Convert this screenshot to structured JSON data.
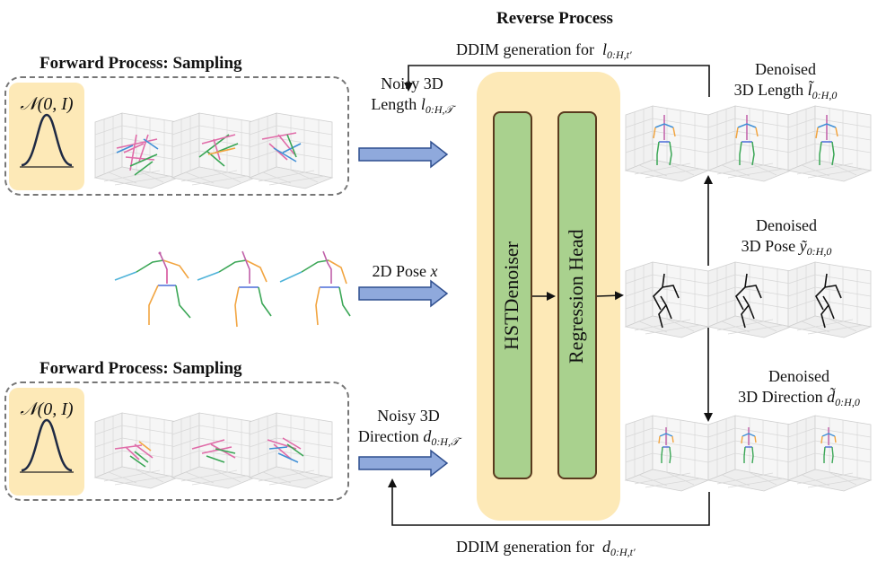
{
  "reverse_title": "Reverse Process",
  "forward_top_title": "Forward Process: Sampling",
  "forward_bottom_title": "Forward Process: Sampling",
  "noise_dist_top": "𝒩(0, I)",
  "noise_dist_bottom": "𝒩(0, I)",
  "ddim_top": {
    "text": "DDIM generation for",
    "var": "l",
    "sub": "0:H,t′"
  },
  "ddim_bottom": {
    "text": "DDIM generation for",
    "var": "d",
    "sub": "0:H,t′"
  },
  "noisy_length": {
    "line1": "Noisy 3D",
    "line2": "Length",
    "var": "l",
    "sub": "0:H,𝒯"
  },
  "pose_2d": {
    "text": "2D Pose",
    "var": "x"
  },
  "noisy_direction": {
    "line1": "Noisy 3D",
    "line2": "Direction",
    "var": "d",
    "sub": "0:H,𝒯"
  },
  "denoiser_label": "HSTDenoiser",
  "regression_label": "Regression Head",
  "out_length": {
    "line1": "Denoised",
    "line2": "3D Length",
    "var": "l̃",
    "sub": "0:H,0"
  },
  "out_pose": {
    "line1": "Denoised",
    "line2": "3D Pose",
    "var": "ỹ",
    "sub": "0:H,0"
  },
  "out_direction": {
    "line1": "Denoised",
    "line2": "3D Direction",
    "var": "d̃",
    "sub": "0:H,0"
  },
  "colors": {
    "panel_fill": "#fde9b7",
    "module_fill": "#a9d18e",
    "module_border": "#5a3a1e",
    "arrow_fill": "#8fa9dc",
    "arrow_border": "#2f4f8f"
  }
}
